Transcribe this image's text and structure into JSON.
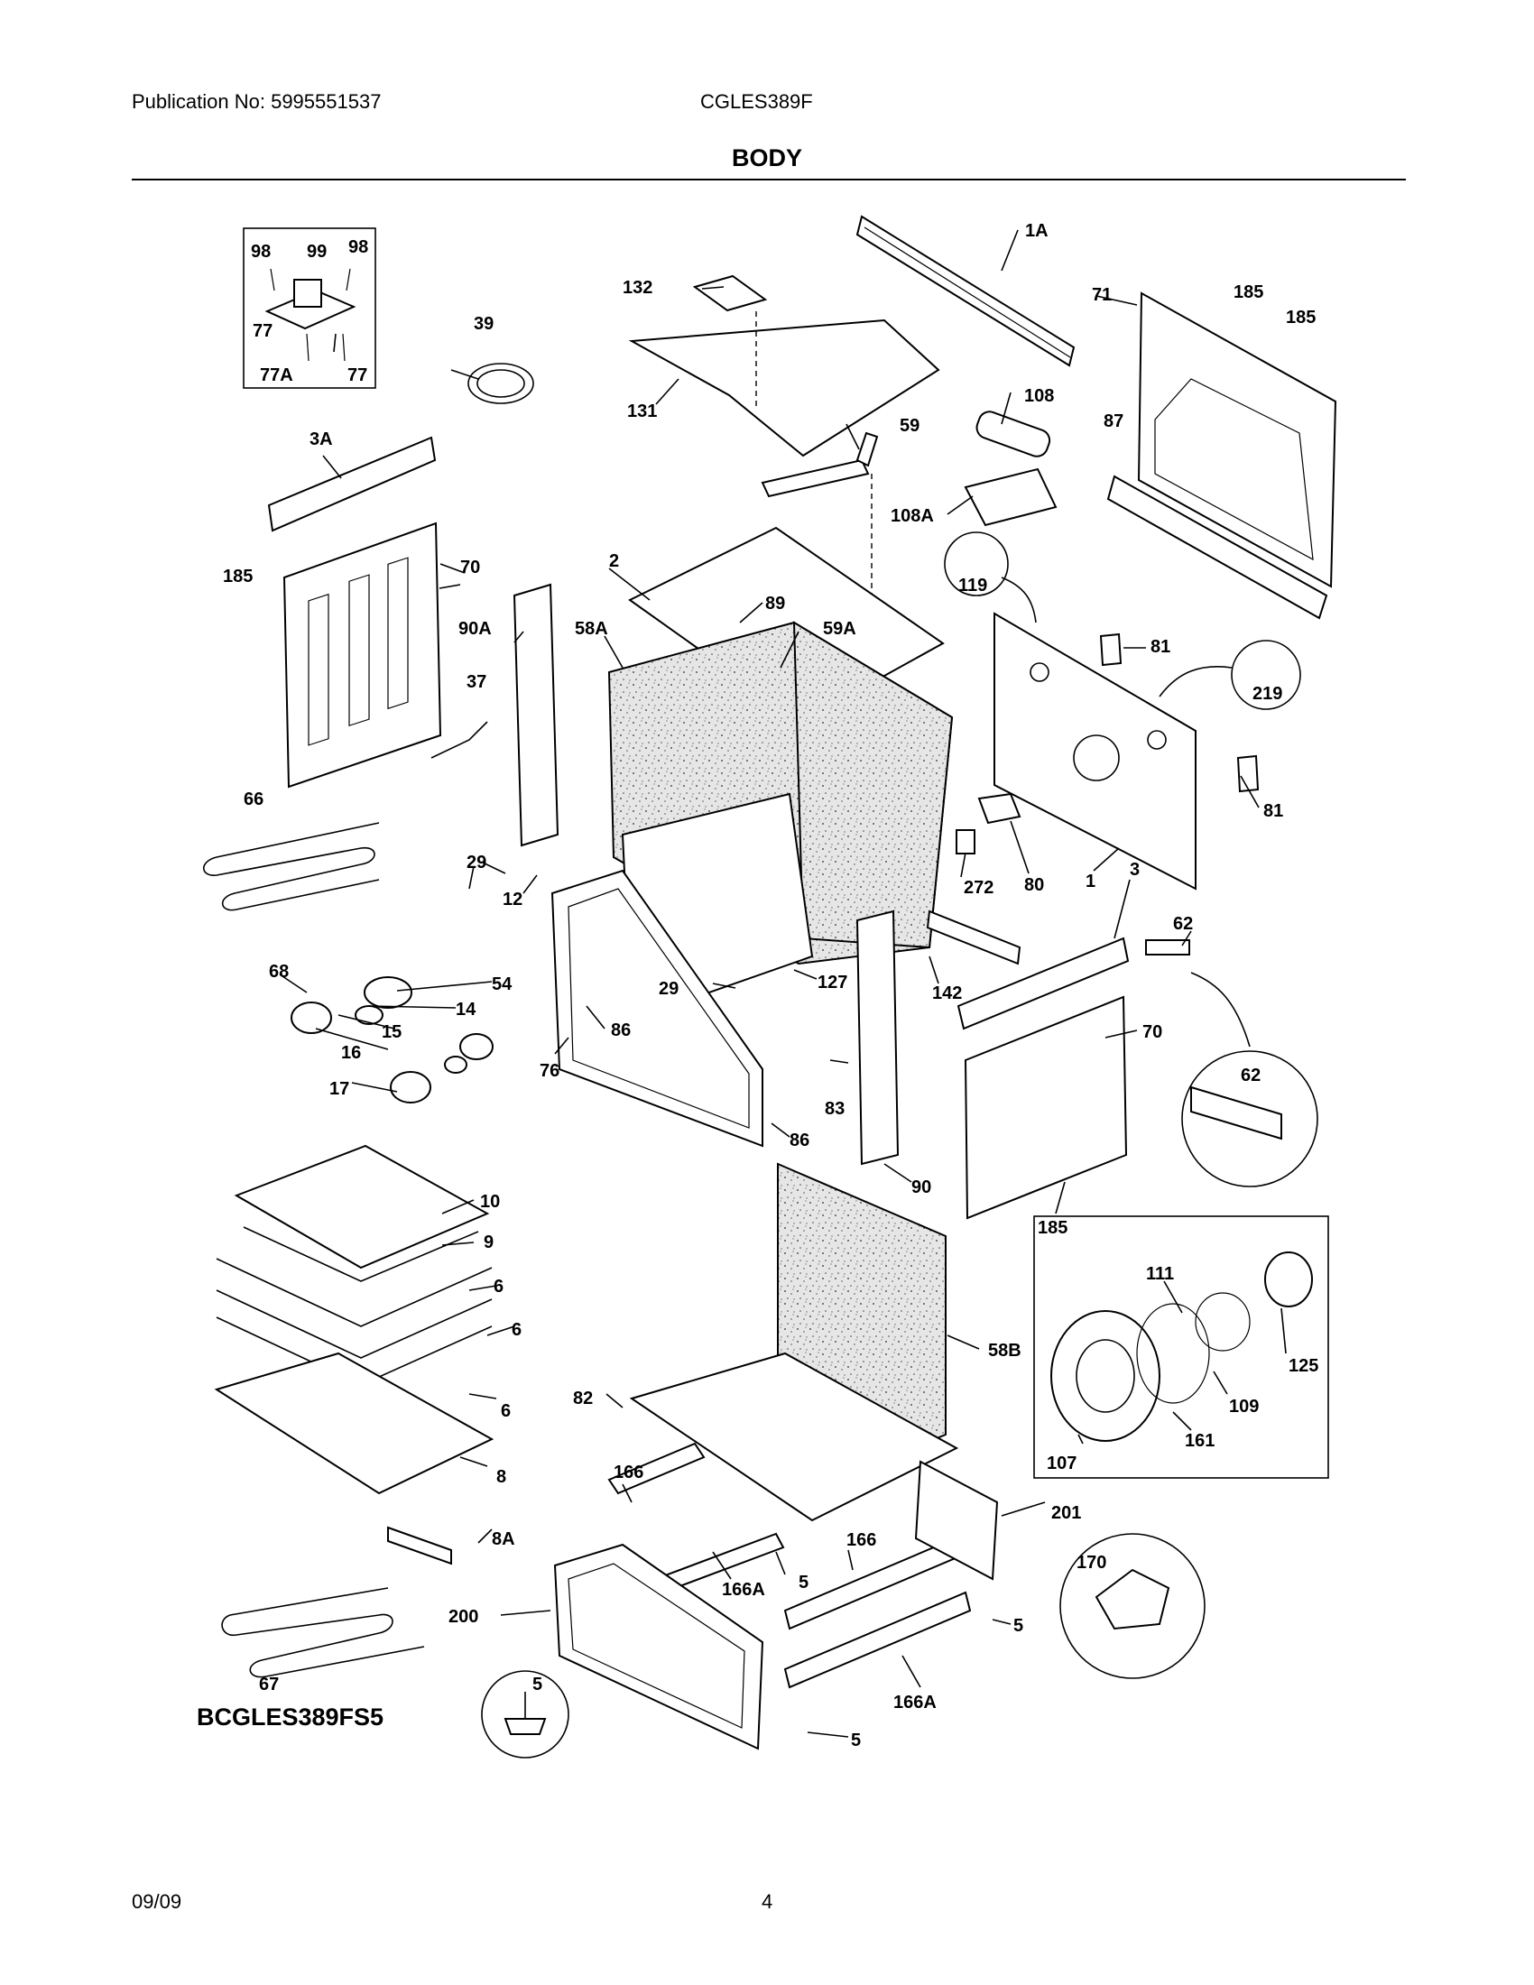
{
  "header": {
    "publication": "Publication No: 5995551537",
    "model": "CGLES389F",
    "section_title": "BODY"
  },
  "variant_label": "BCGLES389FS5",
  "footer": {
    "date": "09/09",
    "page_number": "4"
  },
  "callouts": {
    "c98a": "98",
    "c99": "99",
    "c98b": "98",
    "c77a": "77",
    "c77A": "77A",
    "c77b": "77",
    "c39": "39",
    "c132": "132",
    "c131": "131",
    "c1A": "1A",
    "c185a": "185",
    "c185b": "185",
    "c71": "71",
    "c108": "108",
    "c87": "87",
    "c59": "59",
    "c108A": "108A",
    "c3A": "3A",
    "c2": "2",
    "c119": "119",
    "c89": "89",
    "c185c": "185",
    "c70a": "70",
    "c59A": "59A",
    "c58A": "58A",
    "c90A": "90A",
    "c81a": "81",
    "c219": "219",
    "c37": "37",
    "c66": "66",
    "c81b": "81",
    "c29a": "29",
    "c272": "272",
    "c80": "80",
    "c1": "1",
    "c12": "12",
    "c3": "3",
    "c62a": "62",
    "c68": "68",
    "c29b": "29",
    "c127": "127",
    "c142": "142",
    "c54": "54",
    "c14": "14",
    "c15": "15",
    "c86a": "86",
    "c70b": "70",
    "c16": "16",
    "c76": "76",
    "c62b": "62",
    "c17": "17",
    "c83": "83",
    "c86b": "86",
    "c90": "90",
    "c185d": "185",
    "c10": "10",
    "c9": "9",
    "c6a": "6",
    "c6b": "6",
    "c6c": "6",
    "c111": "111",
    "c125": "125",
    "c58B": "58B",
    "c109": "109",
    "c82": "82",
    "c161": "161",
    "c107": "107",
    "c8": "8",
    "c166a": "166",
    "c201": "201",
    "c8A": "8A",
    "c166b": "166",
    "c170": "170",
    "c5a": "5",
    "c166Aa": "166A",
    "c200": "200",
    "c5b": "5",
    "c5c": "5",
    "c67": "67",
    "c166Ab": "166A",
    "c5d": "5"
  }
}
